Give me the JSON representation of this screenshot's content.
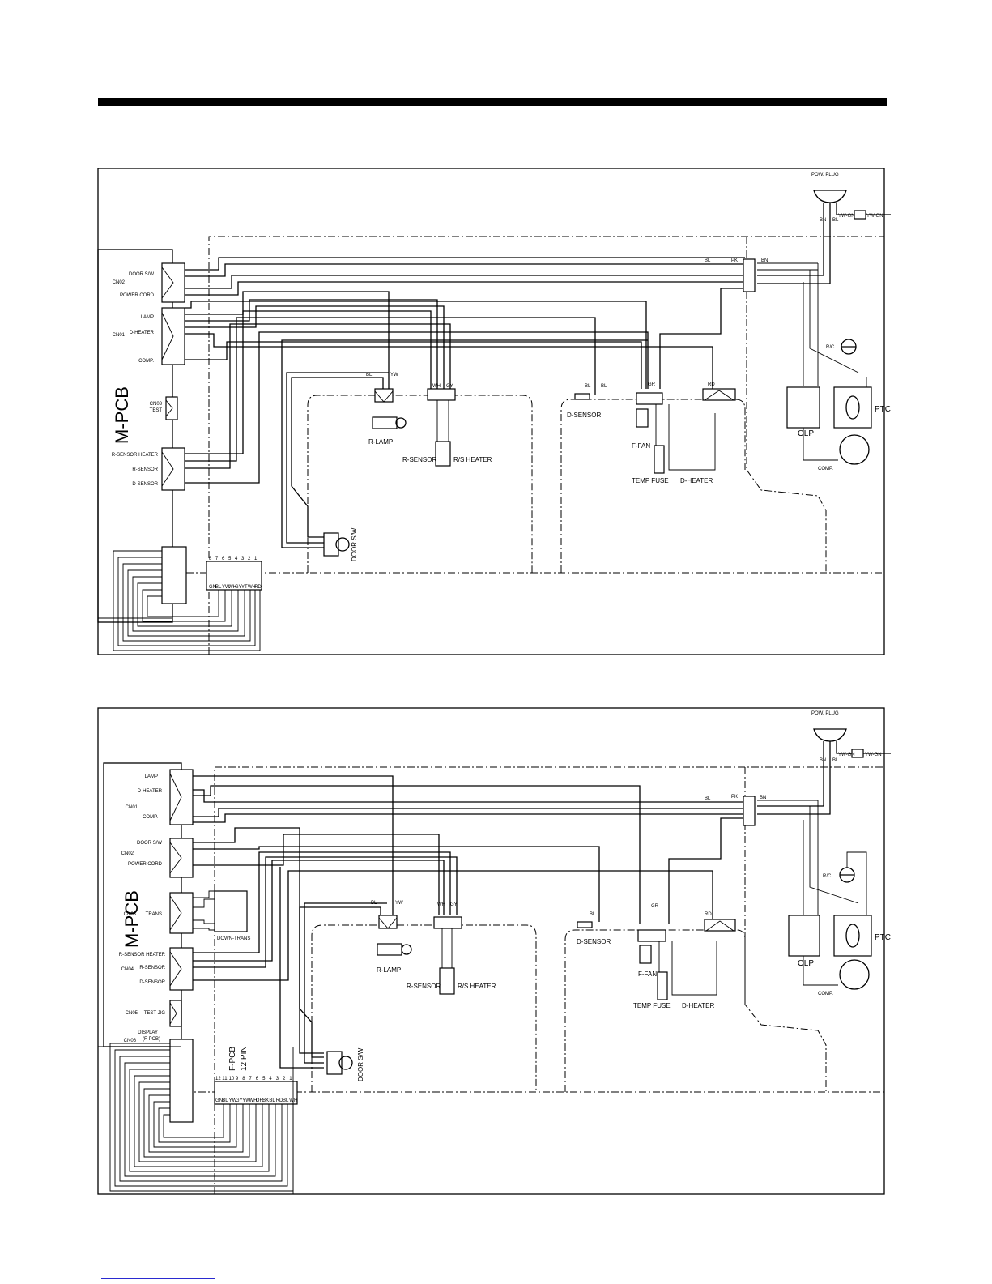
{
  "diagram1": {
    "mpcb": "M-PCB",
    "cn02": "CN02",
    "cn01": "CN01",
    "cn03": "CN03",
    "cn03_sub": "TEST",
    "door_sw": "DOOR S/W",
    "power_cord": "POWER CORD",
    "lamp": "LAMP",
    "d_heater_conn": "D-HEATER",
    "comp_conn": "COMP.",
    "r_sensor_heater": "R-SENSOR HEATER",
    "r_sensor_conn": "R-SENSOR",
    "d_sensor_conn": "D-SENSOR",
    "pow_plug": "POW. PLUG",
    "r_lamp": "R-LAMP",
    "r_sensor": "R-SENSOR",
    "rs_heater": "R/S HEATER",
    "d_sensor": "D-SENSOR",
    "f_fan": "F-FAN",
    "temp_fuse": "TEMP FUSE",
    "d_heater": "D-HEATER",
    "olp": "OLP",
    "ptc": "PTC",
    "rc": "R/C",
    "comp": "COMP.",
    "door_sw_comp": "DOOR S/W",
    "fpcb_pins": [
      "8",
      "7",
      "6",
      "5",
      "4",
      "3",
      "2",
      "1"
    ],
    "fpcb_wires": [
      "GN",
      "BL",
      "YW",
      "WH",
      "GY",
      "YT",
      "WH",
      "RD"
    ]
  },
  "diagram2": {
    "mpcb": "M-PCB",
    "cn01": "CN01",
    "cn02": "CN02",
    "cn03": "CN03",
    "cn03_label": "TRANS",
    "cn04": "CN04",
    "cn05": "CN05",
    "test_jig": "TEST JIG",
    "cn06": "CN06",
    "display": "DISPLAY",
    "display_sub": "(F-PCB)",
    "lamp": "LAMP",
    "d_heater_conn": "D-HEATER",
    "comp_conn": "COMP.",
    "door_sw": "DOOR S/W",
    "power_cord": "POWER CORD",
    "down_trans": "DOWN-TRANS",
    "r_sensor_heater": "R-SENSOR HEATER",
    "r_sensor_conn": "R-SENSOR",
    "d_sensor_conn": "D-SENSOR",
    "fpcb": "F-PCB",
    "fpcb_pin": "12 PIN",
    "pow_plug": "POW. PLUG",
    "r_lamp": "R-LAMP",
    "r_sensor": "R-SENSOR",
    "rs_heater": "R/S HEATER",
    "d_sensor": "D-SENSOR",
    "f_fan": "F-FAN",
    "temp_fuse": "TEMP FUSE",
    "d_heater": "D-HEATER",
    "olp": "OLP",
    "ptc": "PTC",
    "rc": "R/C",
    "comp": "COMP.",
    "door_sw_comp": "DOOR S/W",
    "fpcb_pins": [
      "12",
      "11",
      "10",
      "9",
      "8",
      "7",
      "6",
      "5",
      "4",
      "3",
      "2",
      "1"
    ],
    "fpcb_wires": [
      "GN",
      "BL",
      "YW",
      "GY",
      "YW",
      "WH",
      "OR",
      "BK",
      "BL",
      "RD",
      "BL",
      "WH"
    ]
  },
  "wire_codes": {
    "bl": "BL",
    "bn": "BN",
    "pk": "PK",
    "wh": "WH",
    "gy": "GY",
    "yw": "YW",
    "gr": "GR",
    "rd": "RD",
    "or": "OR",
    "bk": "BK",
    "yw_gn": "YW-GN"
  }
}
